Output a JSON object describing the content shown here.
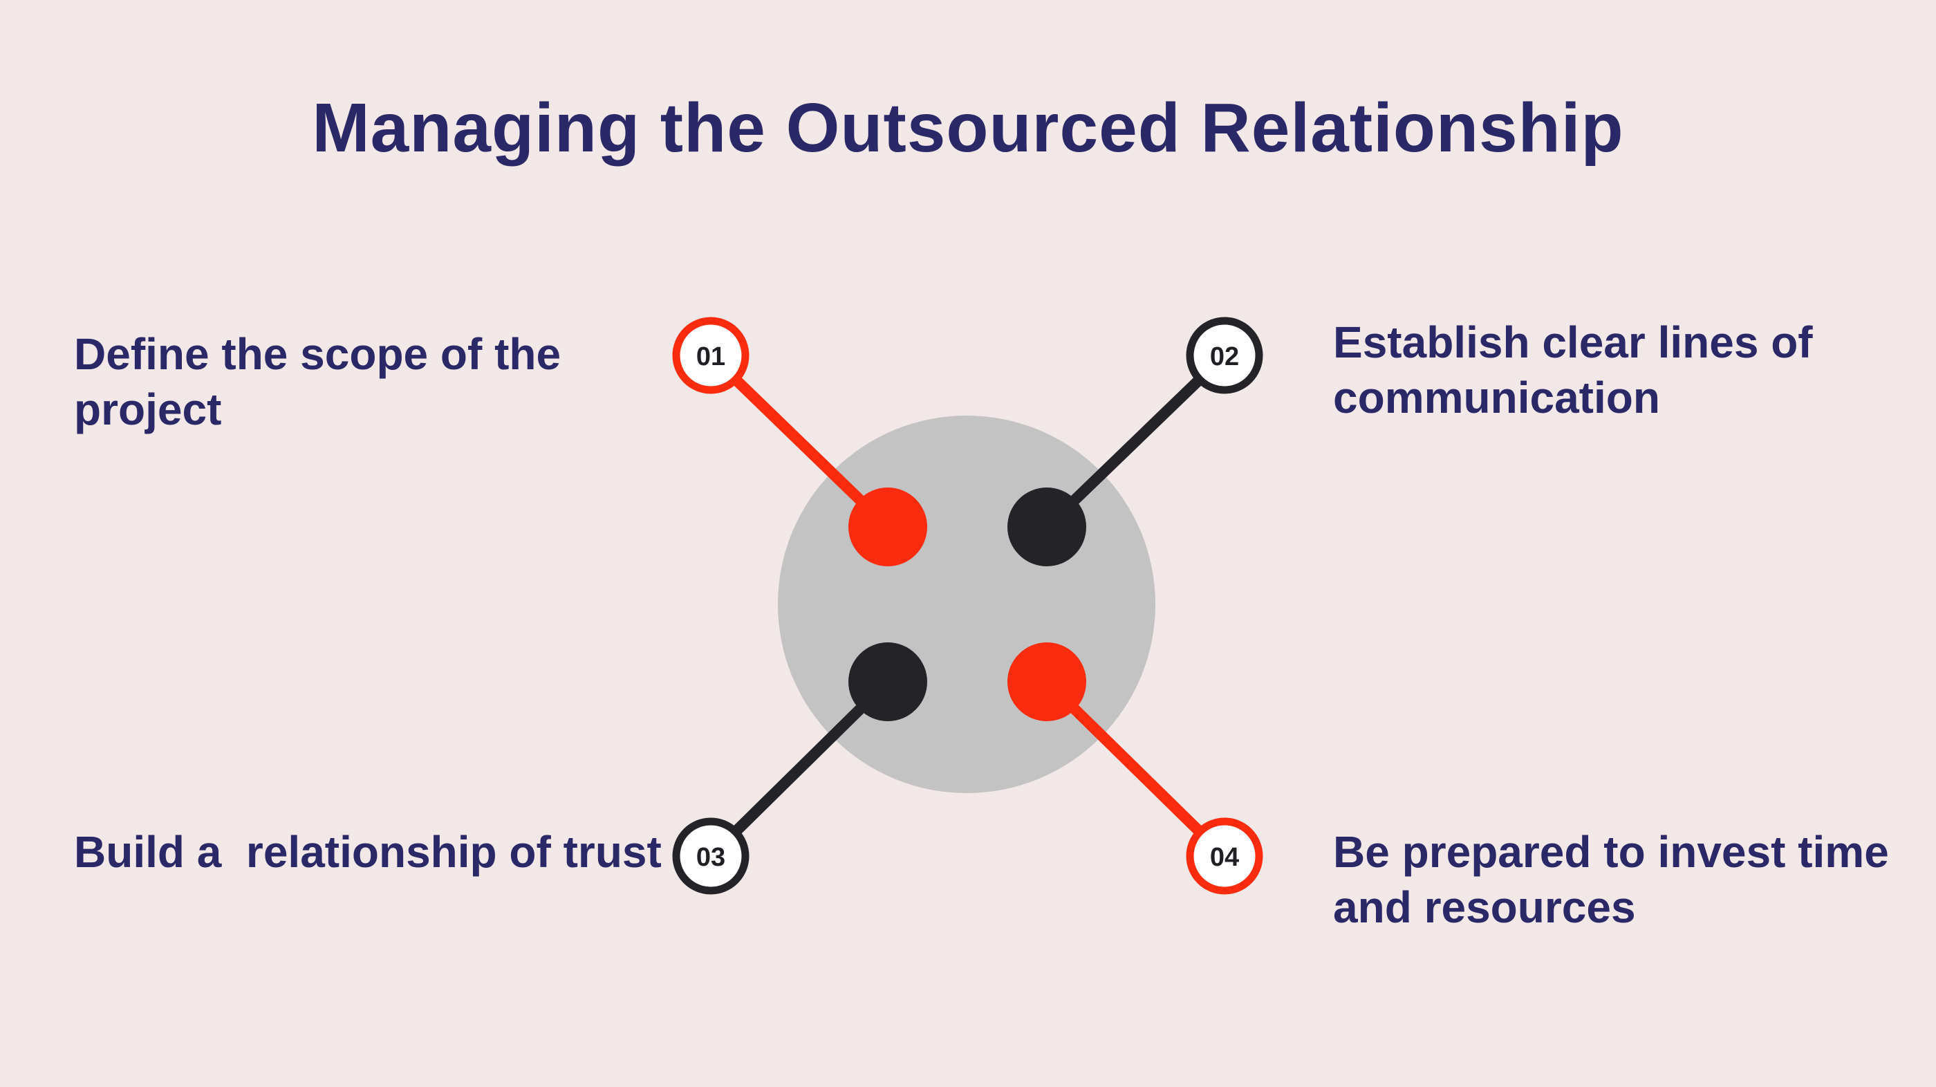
{
  "title": "Managing the Outsourced Relationship",
  "steps": [
    {
      "number": "01",
      "text": "Define the scope of the project",
      "color": "#fa2b0e"
    },
    {
      "number": "02",
      "text": "Establish clear lines of communication",
      "color": "#232328"
    },
    {
      "number": "03",
      "text": "Build a  relationship of trust",
      "color": "#232328"
    },
    {
      "number": "04",
      "text": "Be prepared to invest time and resources",
      "color": "#fa2b0e"
    }
  ],
  "colors": {
    "background": "#f2e8e8",
    "title": "#2a2866",
    "hub": "#c3c3c3",
    "accent_red": "#fa2b0e",
    "accent_dark": "#232328"
  }
}
